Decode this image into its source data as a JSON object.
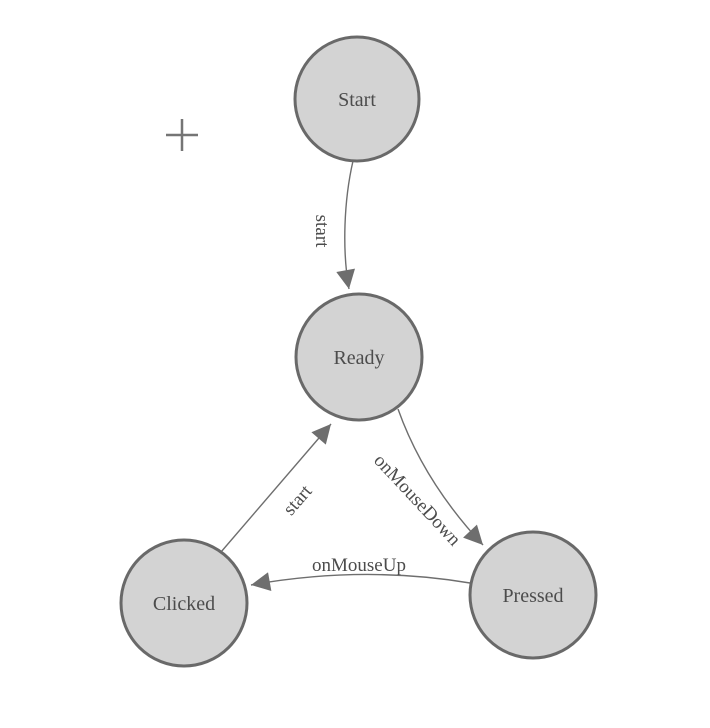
{
  "diagram": {
    "type": "state-machine",
    "cursor": {
      "icon": "crosshair-plus-icon"
    },
    "colors": {
      "background": "#ffffff",
      "node_fill": "#d3d3d3",
      "node_stroke": "#696969",
      "edge_color": "#6e6e6e",
      "text_color": "#4c4c4c",
      "cursor_color": "#757575"
    },
    "nodes": [
      {
        "id": "start",
        "label": "Start"
      },
      {
        "id": "ready",
        "label": "Ready"
      },
      {
        "id": "clicked",
        "label": "Clicked"
      },
      {
        "id": "pressed",
        "label": "Pressed"
      }
    ],
    "edges": [
      {
        "from": "Start",
        "to": "Ready",
        "label": "start"
      },
      {
        "from": "Clicked",
        "to": "Ready",
        "label": "start"
      },
      {
        "from": "Ready",
        "to": "Pressed",
        "label": "onMouseDown"
      },
      {
        "from": "Pressed",
        "to": "Clicked",
        "label": "onMouseUp"
      }
    ]
  }
}
